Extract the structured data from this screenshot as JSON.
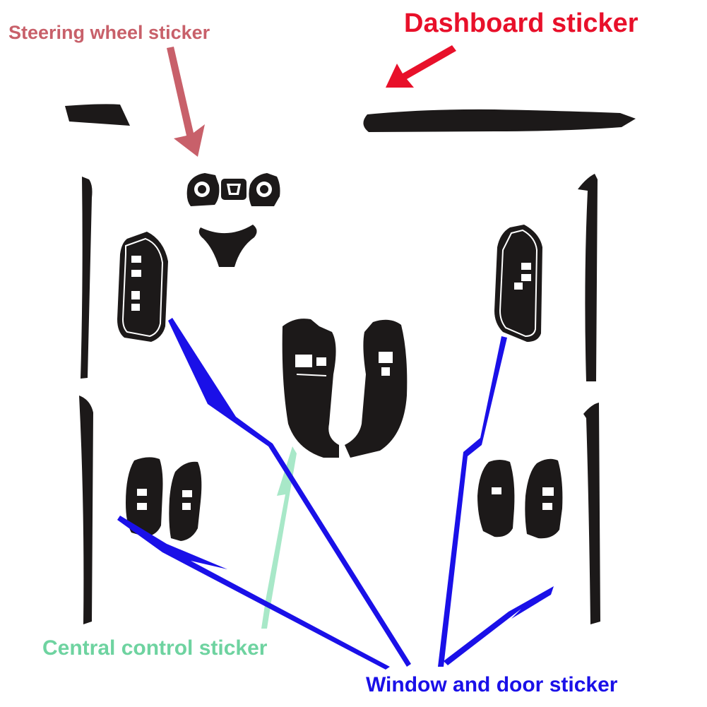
{
  "labels": {
    "steering_wheel": "Steering wheel sticker",
    "dashboard": "Dashboard sticker",
    "central_control": "Central control sticker",
    "window_door": "Window and door sticker"
  },
  "colors": {
    "steering_wheel": "#c8606a",
    "dashboard": "#e8102a",
    "central_control": "#6ed3a0",
    "window_door": "#1a10e8",
    "sticker": "#1c1919",
    "background": "#ffffff"
  }
}
